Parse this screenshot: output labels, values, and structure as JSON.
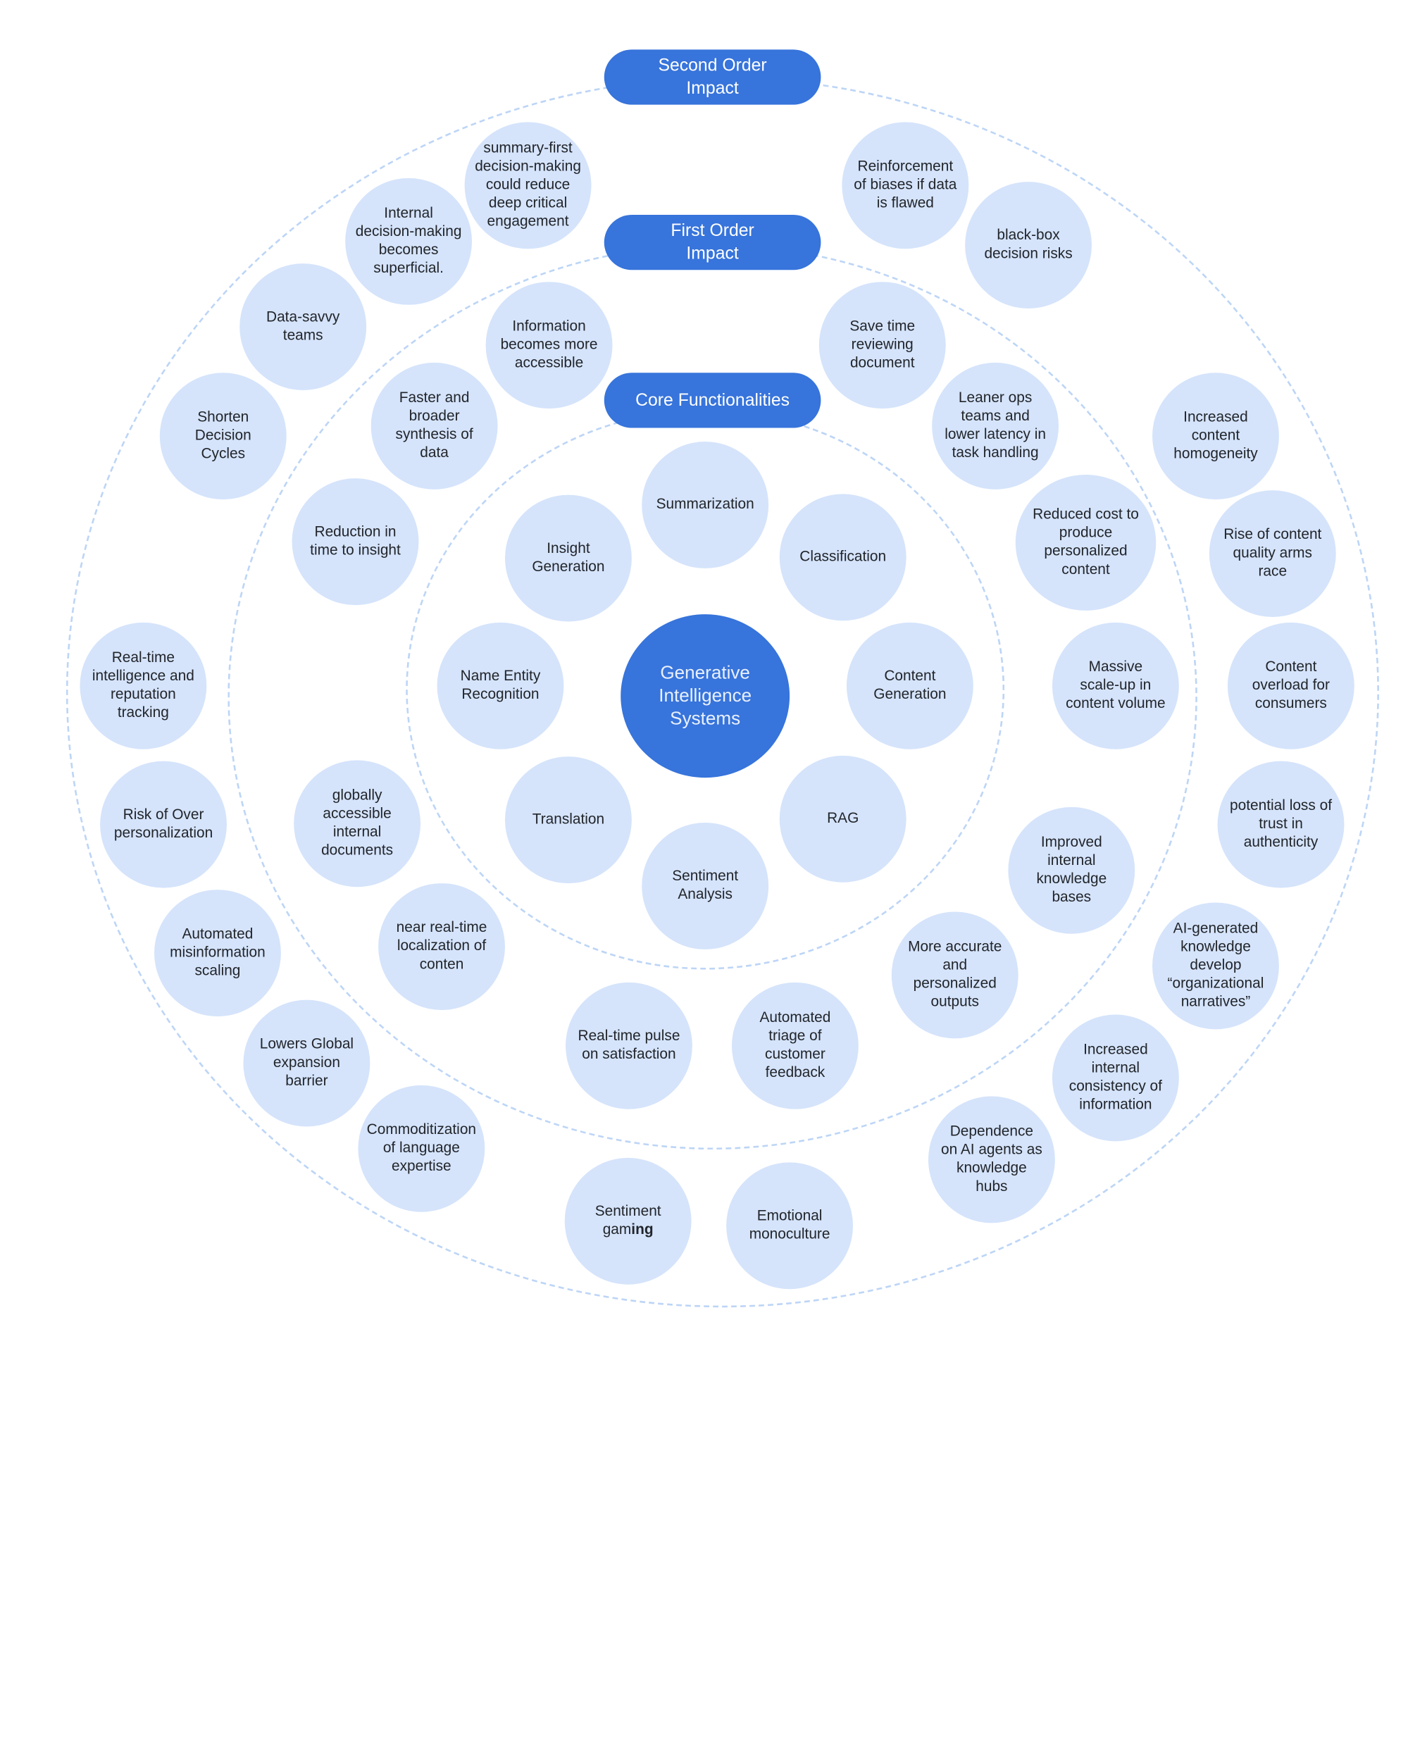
{
  "colors": {
    "bubble": "#d5e4fb",
    "accent": "#3774db",
    "ring": "#bdd5f6",
    "text": "#22252b"
  },
  "center": "Generative\nIntelligence\nSystems",
  "levels": {
    "core": "Core Functionalities",
    "first": "First Order\nImpact",
    "second": "Second Order\nImpact"
  },
  "core_functionalities": [
    "Summarization",
    "Insight\nGeneration",
    "Classification",
    "Name Entity\nRecognition",
    "Content\nGeneration",
    "Translation",
    "RAG",
    "Sentiment\nAnalysis"
  ],
  "first_order": [
    "Information\nbecomes more\naccessible",
    "Save time\nreviewing\ndocument",
    "Faster and\nbroader\nsynthesis of\ndata",
    "Leaner ops\nteams and\nlower latency in\ntask handling",
    "Reduction in\ntime to insight",
    "Reduced cost to\nproduce\npersonalized\ncontent",
    "Massive\nscale-up in\ncontent volume",
    "globally\naccessible\ninternal\ndocuments",
    "Improved\ninternal\nknowledge\nbases",
    "near real-time\nlocalization of\nconten",
    "More accurate\nand\npersonalized\noutputs",
    "Real-time pulse\non satisfaction",
    "Automated\ntriage of\ncustomer\nfeedback"
  ],
  "second_order": [
    "summary-first\ndecision-making\ncould reduce\ndeep critical\nengagement",
    "Reinforcement\nof biases if data\nis flawed",
    "Internal\ndecision-making\nbecomes\nsuperficial.",
    "black-box\ndecision risks",
    "Data-savvy\nteams",
    "Shorten\nDecision\nCycles",
    "Increased\ncontent\nhomogeneity",
    "Rise of content\nquality arms\nrace",
    "Real-time\nintelligence and\nreputation\ntracking",
    "Content\noverload for\nconsumers",
    "Risk of Over\npersonalization",
    "potential loss of\ntrust in\nauthenticity",
    "Automated\nmisinformation\nscaling",
    "AI-generated\nknowledge\ndevelop\n“organizational\nnarratives”",
    "Lowers Global\nexpansion\nbarrier",
    "Increased\ninternal\nconsistency of\ninformation",
    "Commoditization\nof language\nexpertise",
    "Dependence\non AI agents as\nknowledge\nhubs",
    "Emotional\nmonoculture"
  ],
  "sentiment_gaming": {
    "line1": "Sentiment",
    "line2_regular": "gam",
    "line2_bold": "ing"
  }
}
